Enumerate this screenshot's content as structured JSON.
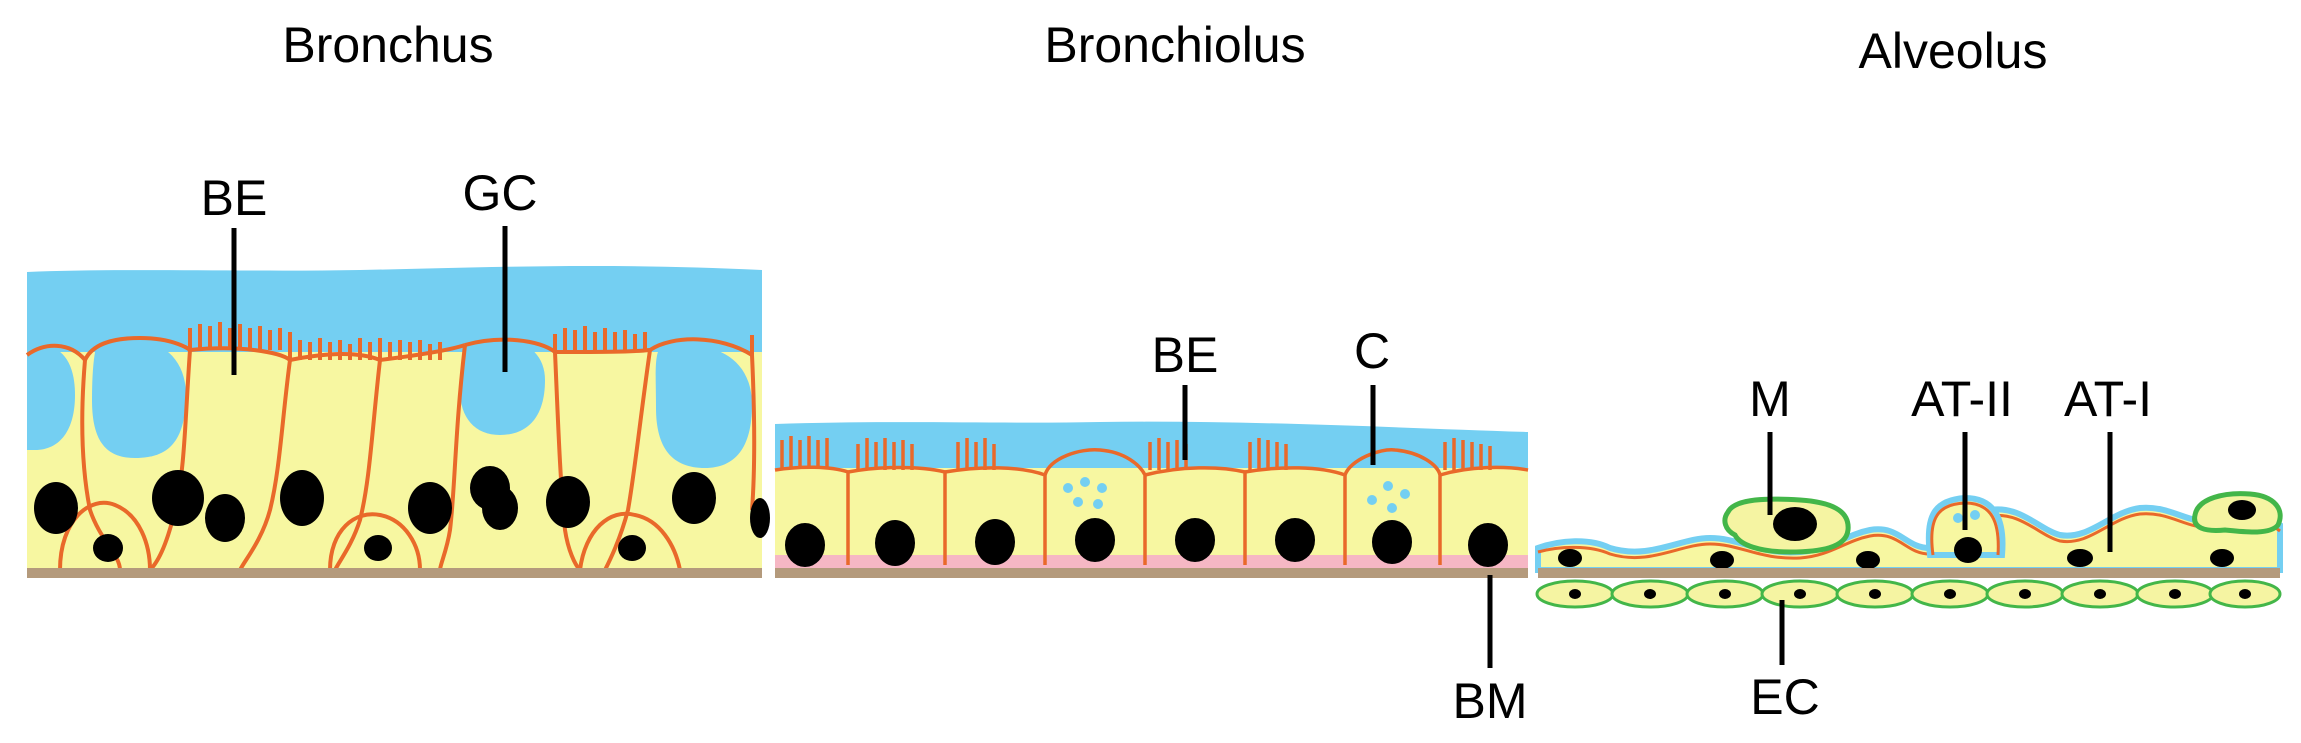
{
  "panels": {
    "bronchus": {
      "title": "Bronchus",
      "labels": {
        "be": "BE",
        "gc": "GC"
      }
    },
    "bronchiolus": {
      "title": "Bronchiolus",
      "labels": {
        "be": "BE",
        "c": "C",
        "bm": "BM"
      }
    },
    "alveolus": {
      "title": "Alveolus",
      "labels": {
        "m": "M",
        "at2": "AT-II",
        "at1": "AT-I",
        "ec": "EC"
      }
    }
  },
  "colors": {
    "mucus": "#74cff2",
    "cytoplasm": "#f7f7a1",
    "membrane": "#e9692a",
    "nucleus": "#000000",
    "basement": "#b49a7c",
    "endothelium": "#43b649",
    "macrophage_fill": "#f5f4a2",
    "pink": "#f6b7c4"
  }
}
